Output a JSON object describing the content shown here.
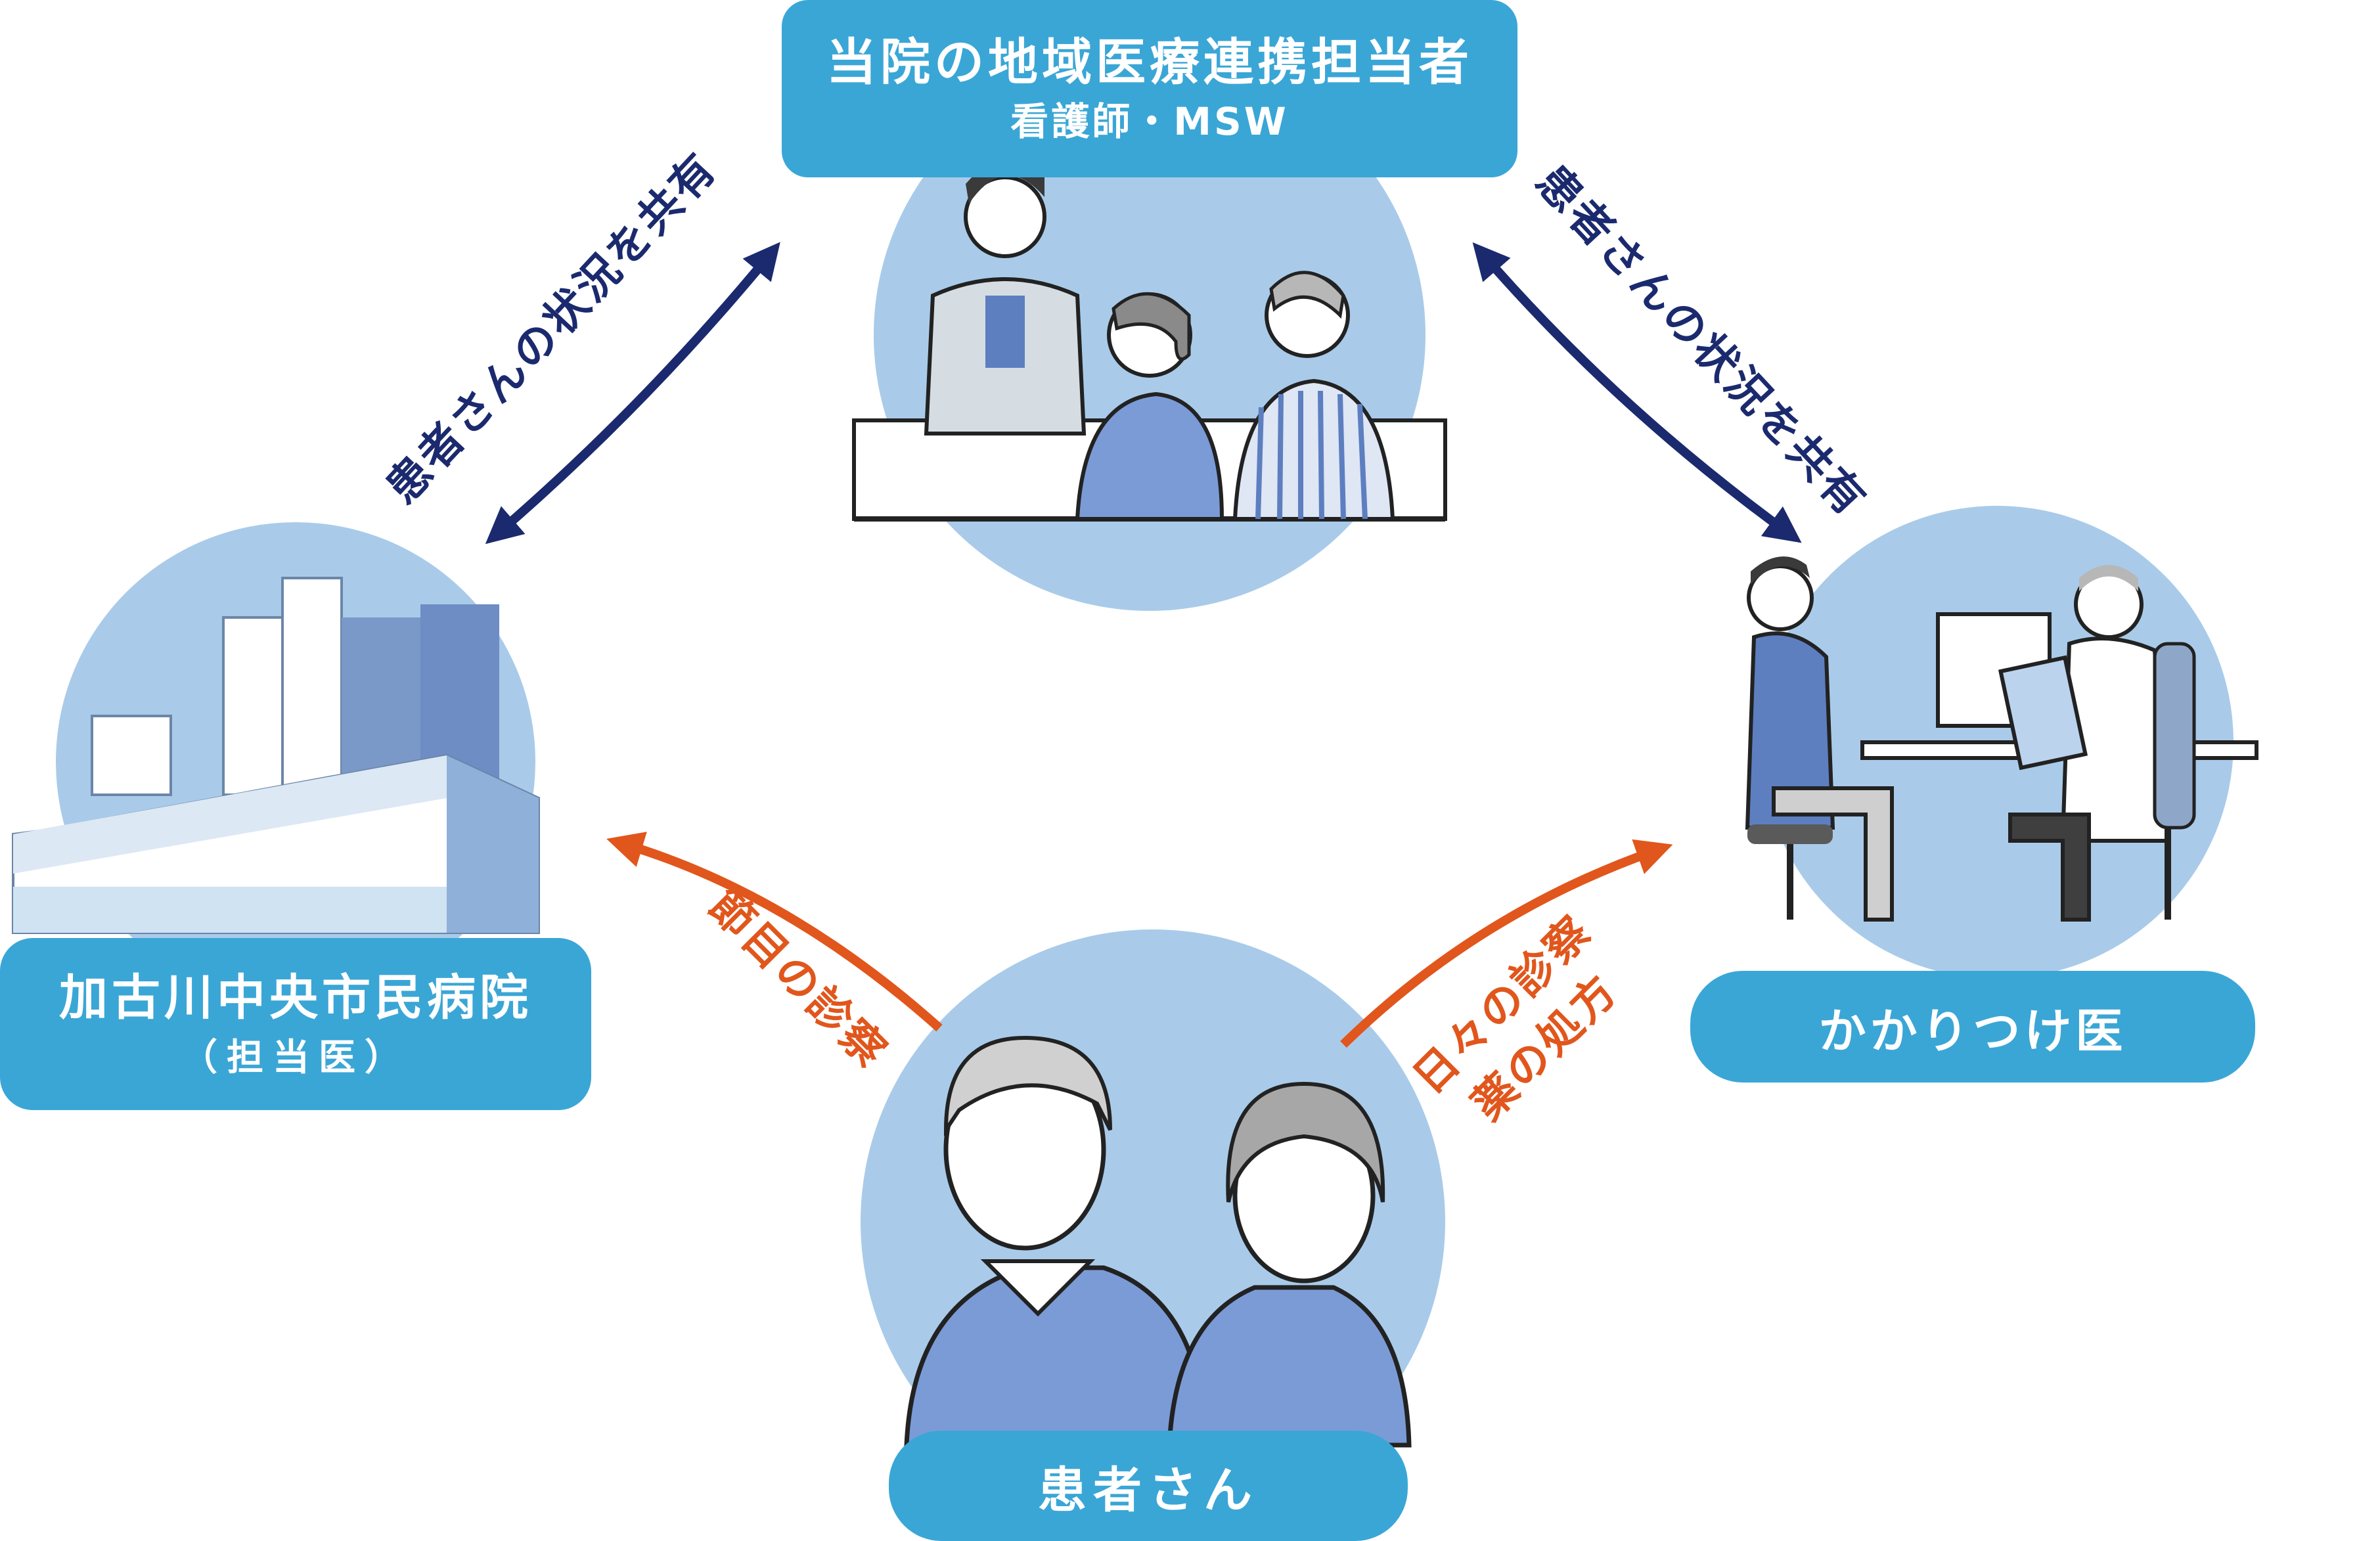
{
  "nodes": {
    "coordinator": {
      "title": "当院の地域医療連携担当者",
      "subtitle": "看護師・MSW"
    },
    "hospital": {
      "title": "加古川中央市民病院",
      "subtitle": "（担当医）"
    },
    "gp": {
      "title": "かかりつけ医"
    },
    "patient": {
      "title": "患者さん"
    }
  },
  "edges": {
    "share_left": "患者さんの状況を共有",
    "share_right": "患者さんの状況を共有",
    "checkup_milestone": "節目の診察",
    "daily_exam": "日々の診察",
    "prescription": "薬の処方"
  },
  "colors": {
    "label_bg": "#3aa6d6",
    "circle_bg": "#a9cbe9",
    "navy_arrow": "#1b2a6e",
    "orange_arrow": "#e1561c"
  }
}
